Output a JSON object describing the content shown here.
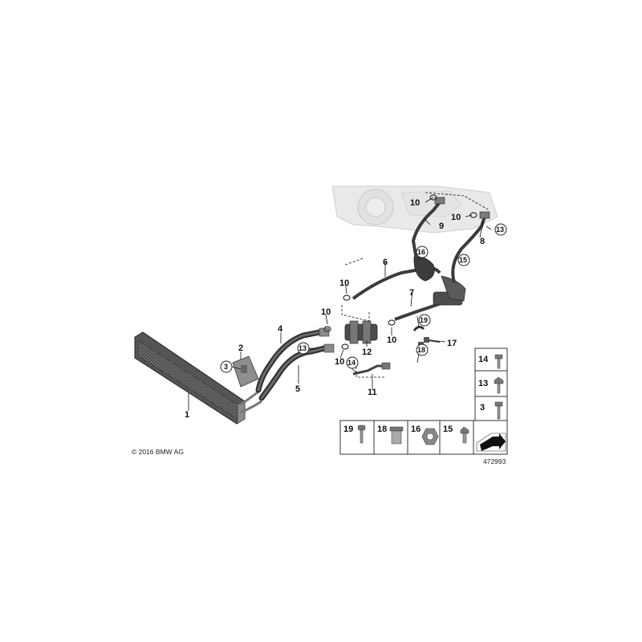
{
  "callouts": {
    "c1": "1",
    "c2": "2",
    "c3": "3",
    "c4": "4",
    "c5": "5",
    "c6": "6",
    "c7": "7",
    "c8": "8",
    "c9": "9",
    "c10a": "10",
    "c10b": "10",
    "c10c": "10",
    "c10d": "10",
    "c10e": "10",
    "c10f": "10",
    "c11": "11",
    "c12": "12",
    "c13a": "13",
    "c13b": "13",
    "c14": "14",
    "c15": "15",
    "c16": "16",
    "c17": "17",
    "c18": "18",
    "c19": "19"
  },
  "parts_table": {
    "right_column": [
      "14",
      "13",
      "3"
    ],
    "bottom_row": [
      "19",
      "18",
      "16",
      "15"
    ]
  },
  "copyright": "© 2016 BMW AG",
  "diagram_number": "472993"
}
